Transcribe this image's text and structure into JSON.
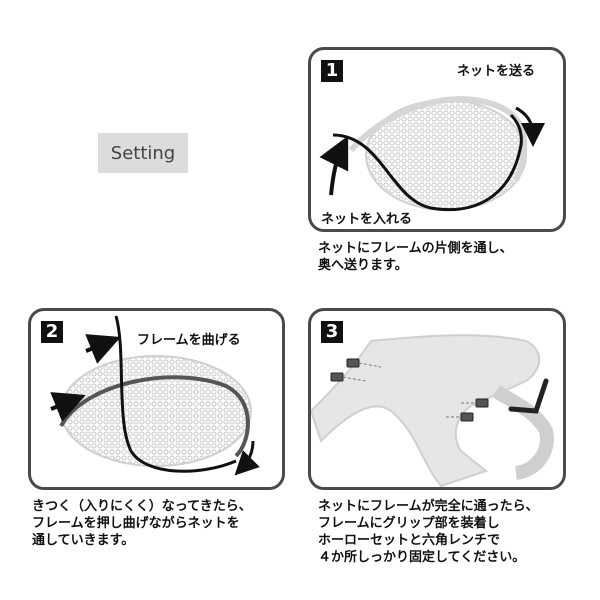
{
  "setting_label": "Setting",
  "panels": [
    {
      "number": "1",
      "labels": {
        "send": "ネットを送る",
        "insert": "ネットを入れる"
      },
      "caption": [
        "ネットにフレームの片側を通し、",
        "奥へ送ります。"
      ]
    },
    {
      "number": "2",
      "labels": {
        "bend": "フレームを曲げる"
      },
      "caption": [
        "きつく（入りにくく）なってきたら、",
        "フレームを押し曲げながらネットを",
        "通していきます。"
      ]
    },
    {
      "number": "3",
      "labels": {},
      "caption": [
        "ネットにフレームが完全に通ったら、",
        "フレームにグリップ部を装着し",
        "ホーローセットと六角レンチで",
        "４か所しっかり固定してください。"
      ]
    }
  ]
}
